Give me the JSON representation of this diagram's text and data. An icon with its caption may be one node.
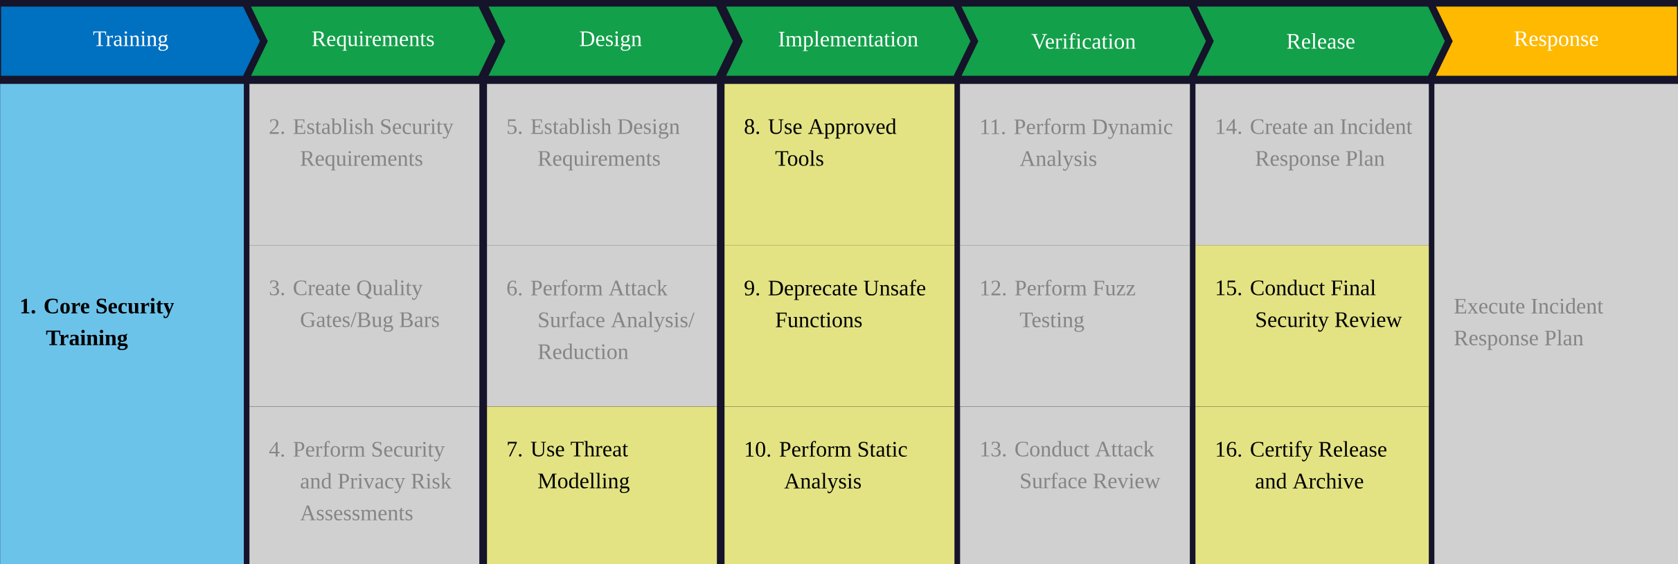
{
  "diagram": {
    "nodes": [
      {
        "text": [
          "Training"
        ]
      },
      {
        "text": [
          "Requirements"
        ]
      },
      {
        "text": [
          "Design"
        ]
      },
      {
        "text": [
          "Implementation"
        ]
      },
      {
        "text": [
          "Verification"
        ]
      },
      {
        "text": [
          "Release"
        ]
      },
      {
        "text": [
          "Response"
        ]
      },
      {
        "text": [
          "1. Core Security Training"
        ]
      },
      {
        "text": [
          "2. Establish Security Requirements"
        ]
      },
      {
        "text": [
          "3. Create Quality Gates/Bug Bars"
        ]
      },
      {
        "text": [
          "4. Perform Security and Privacy Risk Assessments"
        ]
      },
      {
        "text": [
          "5. Establish Design Requirements"
        ]
      },
      {
        "text": [
          "6. Perform Attack Surface Analysis/ Reduction"
        ]
      },
      {
        "text": [
          "7. Use Threat Modelling"
        ]
      },
      {
        "text": [
          "8. Use Approved Tools"
        ]
      },
      {
        "text": [
          "9. Deprecate Unsafe Functions"
        ]
      },
      {
        "text": [
          "10. Perform Static Analysis"
        ]
      },
      {
        "text": [
          "11. Perform Dynamic Analysis"
        ]
      },
      {
        "text": [
          "12. Perform Fuzz Testing"
        ]
      },
      {
        "text": [
          "13. Conduct Attack Surface Review"
        ]
      },
      {
        "text": [
          "14. Create an Incident Response Plan"
        ]
      },
      {
        "text": [
          "15. Conduct Final Security Review"
        ]
      },
      {
        "text": [
          "16. Certify Release and Archive"
        ]
      },
      {
        "text": [
          "Execute Incident Response Plan"
        ]
      }
    ]
  }
}
